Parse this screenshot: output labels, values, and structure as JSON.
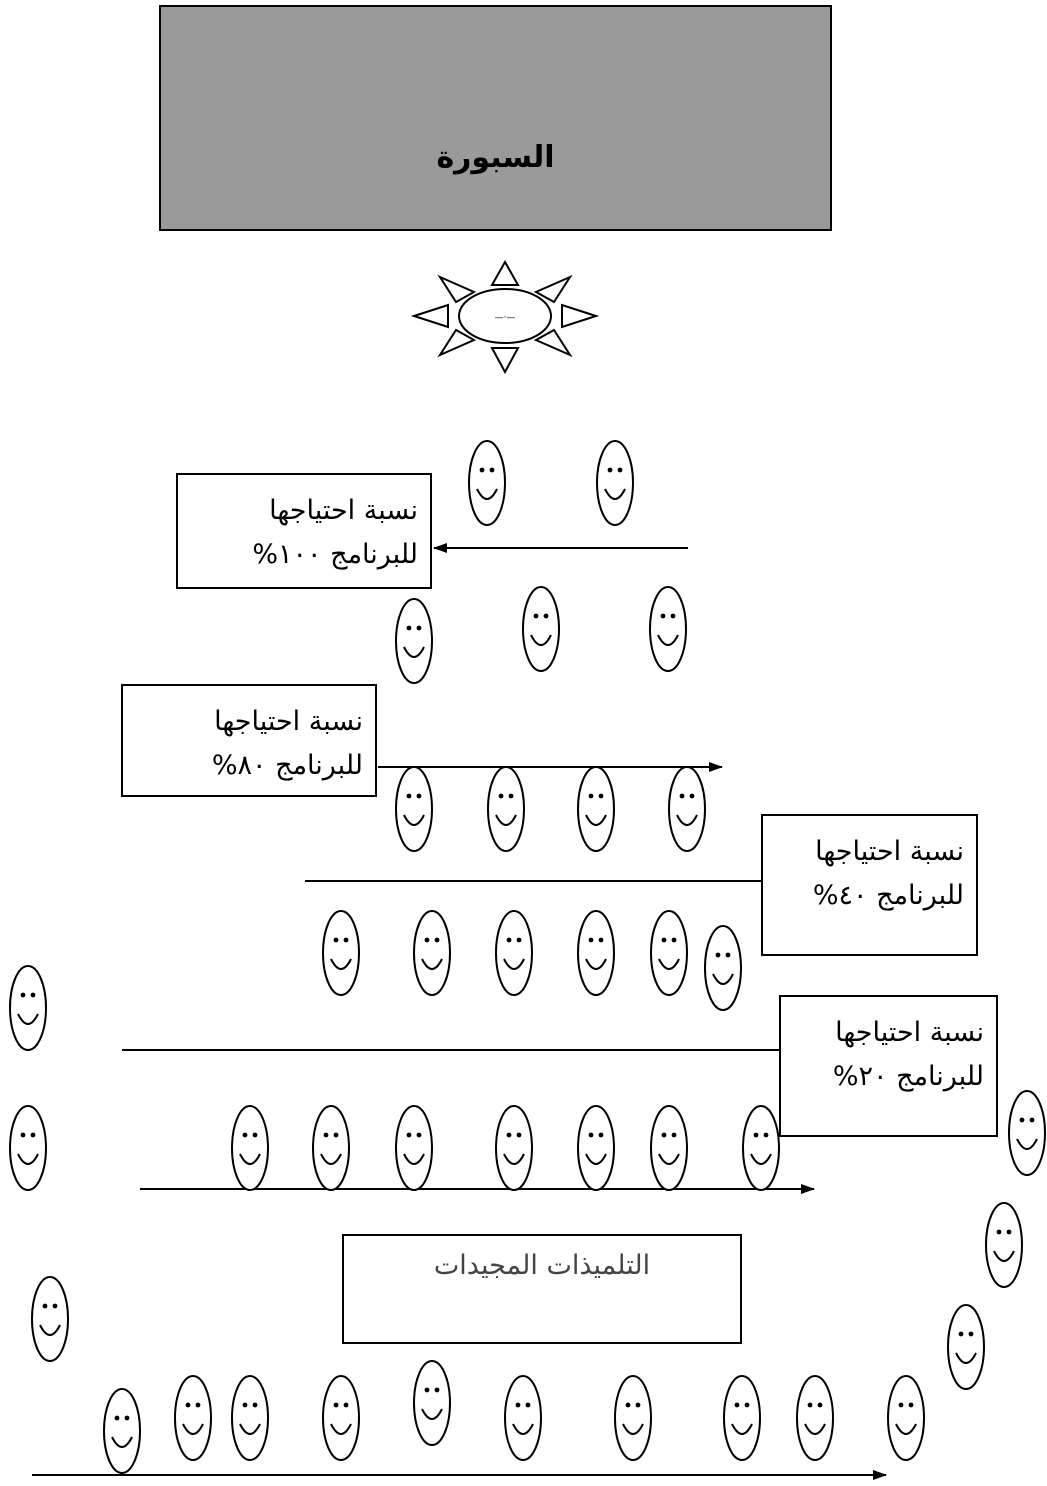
{
  "board": {
    "label": "السبورة"
  },
  "teacher": {
    "label": "—·—"
  },
  "groups": [
    {
      "line1": "نسبة احتياجها",
      "line2": "للبرنامج ١٠٠%"
    },
    {
      "line1": "نسبة احتياجها",
      "line2": "للبرنامج ٨٠%"
    },
    {
      "line1": "نسبة احتياجها",
      "line2": "للبرنامج ٤٠%"
    },
    {
      "line1": "نسبة احتياجها",
      "line2": "للبرنامج ٢٠%"
    }
  ],
  "outstanding": {
    "label": "التلميذات المجيدات"
  }
}
